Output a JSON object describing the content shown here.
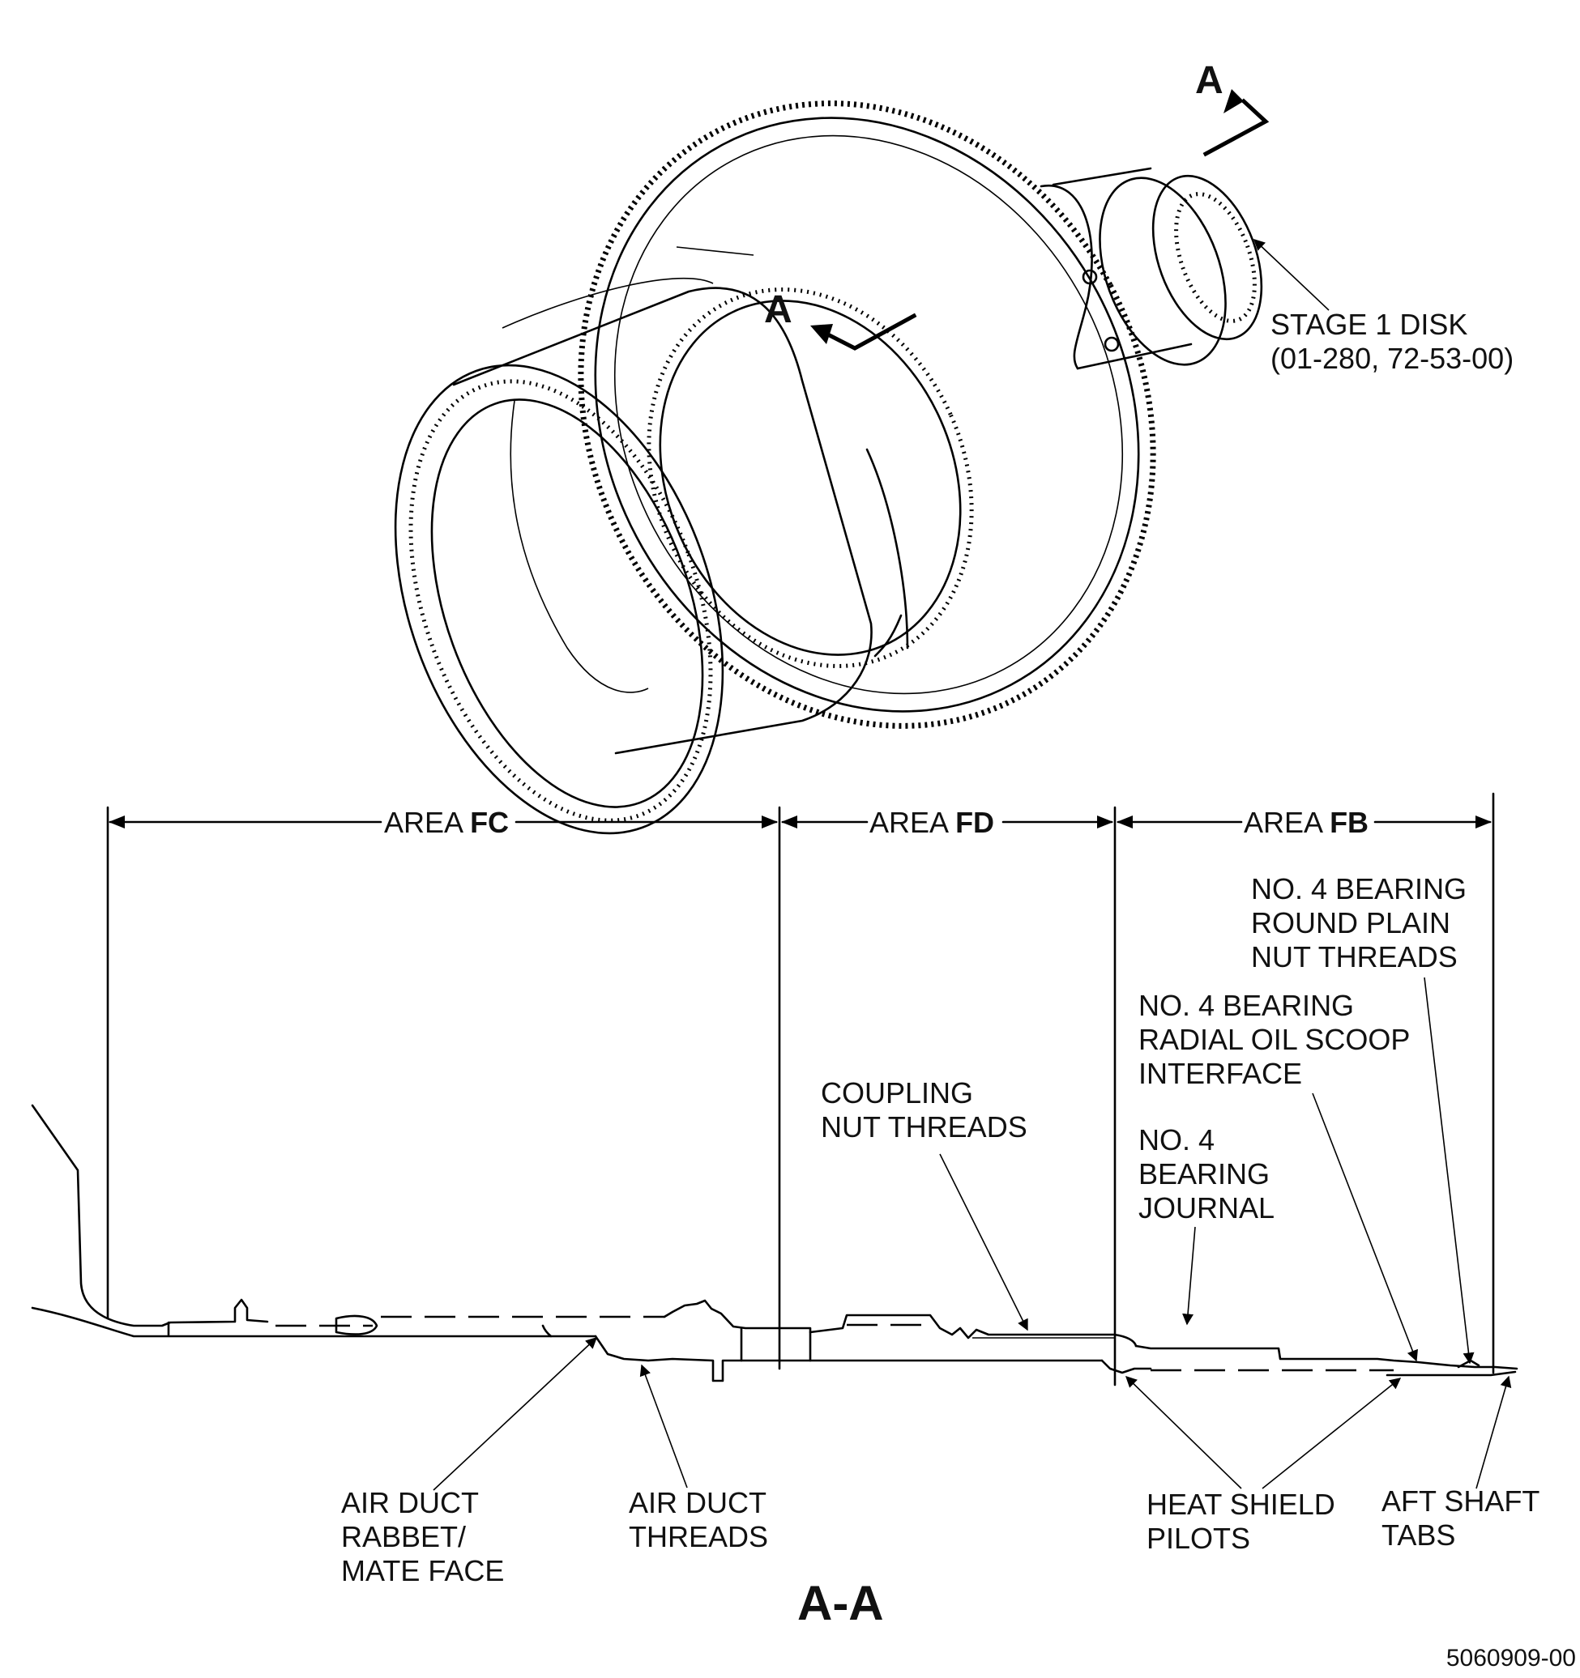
{
  "section_arrows": {
    "a1": "A",
    "a2": "A"
  },
  "callouts": {
    "stage1_disk": [
      "STAGE 1 DISK",
      "(01-280, 72-53-00)"
    ],
    "coupling_nut": [
      "COUPLING",
      "NUT THREADS"
    ],
    "bearing_round_nut": [
      "NO. 4 BEARING",
      "ROUND PLAIN",
      "NUT THREADS"
    ],
    "bearing_oil_scoop": [
      "NO. 4 BEARING",
      "RADIAL OIL SCOOP",
      "INTERFACE"
    ],
    "bearing_journal": [
      "NO. 4",
      "BEARING",
      "JOURNAL"
    ],
    "air_duct_rabbet": [
      "AIR DUCT",
      "RABBET/",
      "MATE FACE"
    ],
    "air_duct_threads": [
      "AIR DUCT",
      "THREADS"
    ],
    "heat_shield": [
      "HEAT SHIELD",
      "PILOTS"
    ],
    "aft_shaft": [
      "AFT SHAFT",
      "TABS"
    ]
  },
  "areas": {
    "prefix": "AREA ",
    "fc": "FC",
    "fd": "FD",
    "fb": "FB"
  },
  "section_title": "A-A",
  "figure_code": "5060909-00"
}
